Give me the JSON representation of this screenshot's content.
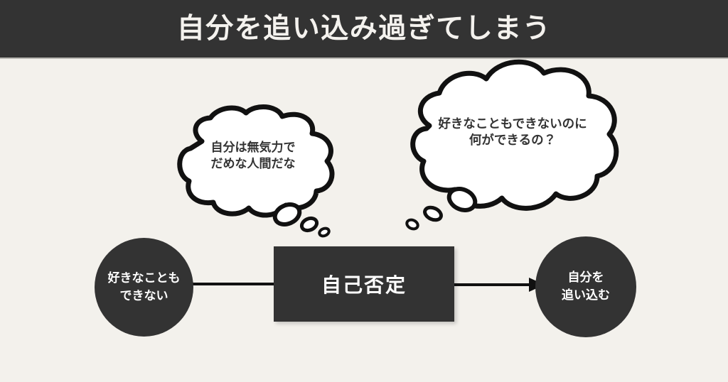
{
  "header": {
    "title": "自分を追い込み過ぎてしまう"
  },
  "colors": {
    "background": "#F3F1EC",
    "header_bar": "#333333",
    "header_text": "#F4F2EE",
    "node_fill": "#333333",
    "node_text": "#FFFFFF",
    "bubble_fill": "#FFFFFF",
    "bubble_outline": "#111111",
    "bubble_text": "#333333",
    "connector": "#111111"
  },
  "thought_bubbles": [
    {
      "id": "bubble-left",
      "text": "自分は無気力で\nだめな人間だな",
      "tail_direction": "down-right"
    },
    {
      "id": "bubble-right",
      "text": "好きなこともできないのに\n何ができるの？",
      "tail_direction": "down-left"
    }
  ],
  "flow": {
    "nodes": [
      {
        "id": "node-left",
        "shape": "circle",
        "text": "好きなことも\nできない"
      },
      {
        "id": "node-center",
        "shape": "rectangle",
        "text": "自己否定"
      },
      {
        "id": "node-right",
        "shape": "circle",
        "text": "自分を\n追い込む"
      }
    ],
    "connectors": [
      {
        "id": "connector-left",
        "from": "node-left",
        "to": "node-center",
        "arrowhead": false
      },
      {
        "id": "connector-right",
        "from": "node-center",
        "to": "node-right",
        "arrowhead": true
      }
    ]
  }
}
